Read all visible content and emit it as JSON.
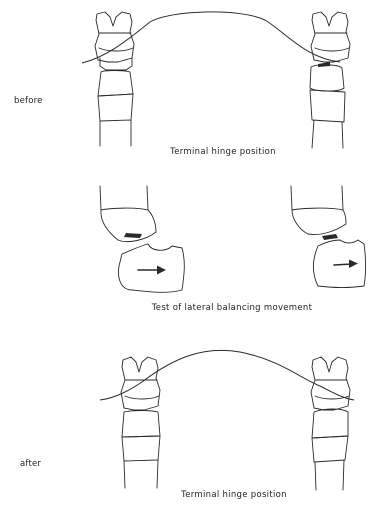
{
  "labels": {
    "before": "before",
    "after": "after"
  },
  "captions": {
    "top": "Terminal hinge position",
    "middle": "Test of lateral balancing movement",
    "bottom": "Terminal hinge position"
  }
}
